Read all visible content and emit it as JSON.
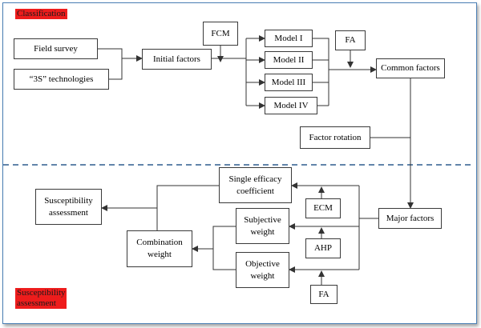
{
  "sections": {
    "classification_label": "Classification",
    "susceptibility_label": "Susceptibility assessment",
    "divider_color": "#2e5d8e"
  },
  "nodes": {
    "field_survey": "Field survey",
    "tech_3s": "“3S” technologies",
    "initial_factors": "Initial factors",
    "fcm": "FCM",
    "model_1": "Model I",
    "model_2": "Model II",
    "model_3": "Model III",
    "model_4": "Model IV",
    "fa_top": "FA",
    "common_factors": "Common factors",
    "factor_rotation": "Factor rotation",
    "single_efficacy": "Single efficacy coefficient",
    "susceptibility_assessment": "Susceptibility assessment",
    "ecm": "ECM",
    "major_factors": "Major factors",
    "subjective_weight": "Subjective weight",
    "combination_weight": "Combination weight",
    "ahp": "AHP",
    "objective_weight": "Objective weight",
    "fa_bottom": "FA"
  },
  "colors": {
    "label_bg": "#ee1c1c",
    "frame_border": "#4a7fb5",
    "edge": "#333333"
  }
}
